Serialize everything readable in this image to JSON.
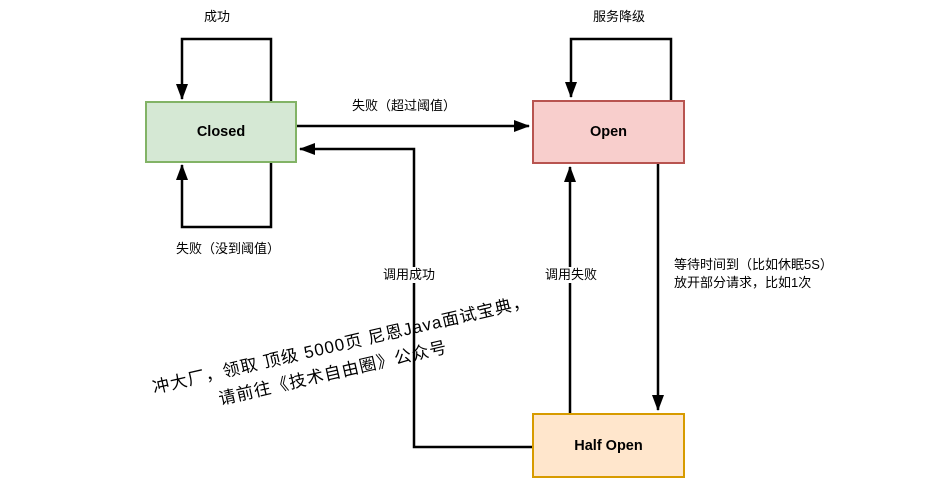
{
  "states": {
    "closed": {
      "label": "Closed",
      "fill": "#d5e8d4",
      "border": "#82b366"
    },
    "open": {
      "label": "Open",
      "fill": "#f8cecc",
      "border": "#b85450"
    },
    "half_open": {
      "label": "Half Open",
      "fill": "#ffe6cc",
      "border": "#d79b00"
    }
  },
  "edge_labels": {
    "success": "成功",
    "service_degrade": "服务降级",
    "fail_over_threshold": "失败（超过阈值）",
    "fail_under_threshold": "失败（没到阈值）",
    "call_success": "调用成功",
    "call_fail": "调用失败",
    "wait_line1": "等待时间到（比如休眠5S）",
    "wait_line2": "放开部分请求，比如1次"
  },
  "watermark": {
    "line1": "冲大厂，领取 顶级  5000页 尼恩Java面试宝典，",
    "line2": "请前往《技术自由圈》公众号"
  },
  "edge_color": "#000000",
  "background": "#ffffff"
}
